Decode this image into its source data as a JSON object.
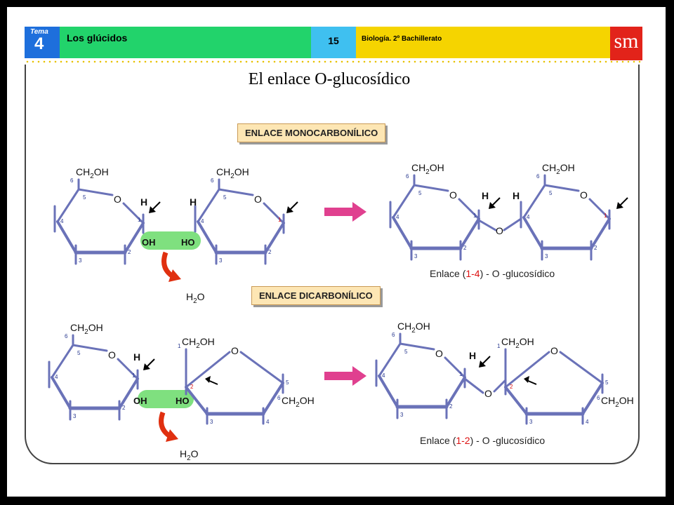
{
  "header": {
    "tema_label": "Tema",
    "tema_number": "4",
    "topic": "Los glúcidos",
    "page": "15",
    "course": "Biología. 2º Bachillerato",
    "logo": "sm"
  },
  "title": "El enlace O-glucosídico",
  "mono": {
    "label": "ENLACE MONOCARBONÍLICO",
    "caption_a": "Enlace (",
    "caption_b": "1-4",
    "caption_c": ") - O -glucosídico"
  },
  "di": {
    "label": "ENLACE DICARBONÍLICO",
    "caption_a": "Enlace (",
    "caption_b": "1-2",
    "caption_c": ") - O -glucosídico"
  },
  "chem": {
    "ch2oh": "CH2OH",
    "oh": "OH",
    "ho": "HO",
    "h": "H",
    "o": "O",
    "water": "H2O"
  },
  "colors": {
    "ring": "#6a72b8",
    "arrow_pink": "#e0408f",
    "arrow_red": "#e03010",
    "highlight": "#7fe07f"
  }
}
